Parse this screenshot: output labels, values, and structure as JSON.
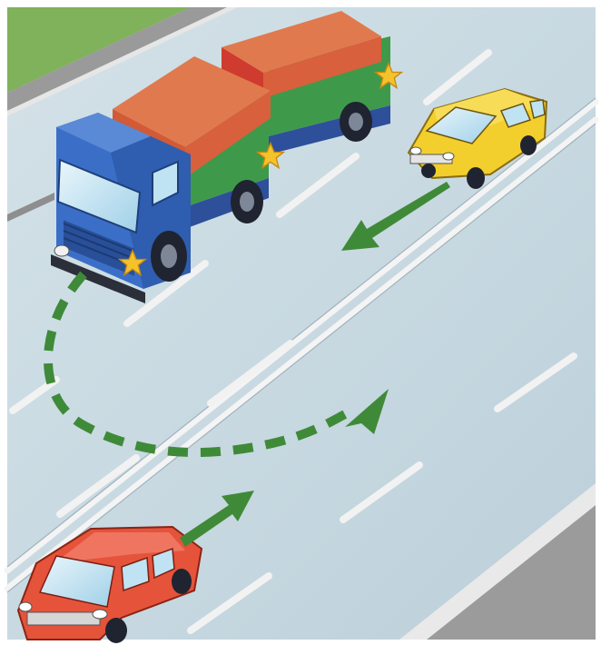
{
  "scene": {
    "road_color": "#c9dbe3",
    "grass_color": "#7fb25a",
    "shoulder_color": "#a8a8a8",
    "marking_color": "#f2f2f2",
    "arrow_color": "#3f8a38",
    "vehicles": [
      {
        "name": "truck",
        "cab_color": "#3b6fc7",
        "body_color": "#3e9a4a",
        "cargo_color": "#d86a42",
        "hazard_lights": "on"
      },
      {
        "name": "yellow-car",
        "color": "#f3cf2d",
        "motion": "oncoming"
      },
      {
        "name": "red-car",
        "color": "#e5533b",
        "motion": "forward"
      }
    ],
    "icons": [
      "hazard-star-icon",
      "direction-arrow-icon",
      "u-turn-path-icon"
    ]
  }
}
